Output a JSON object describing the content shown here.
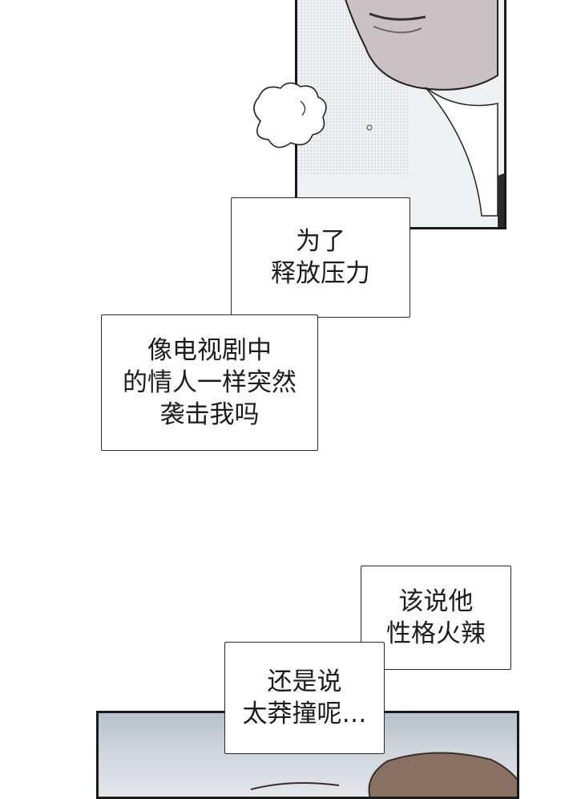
{
  "captions": [
    {
      "lines": [
        "为了",
        "释放压力"
      ]
    },
    {
      "lines": [
        "像电视剧中",
        "的情人一样突然",
        "袭击我吗"
      ]
    },
    {
      "lines": [
        "该说他",
        "性格火辣"
      ]
    },
    {
      "lines": [
        "还是说",
        "太莽撞呢…"
      ]
    }
  ],
  "colors": {
    "ink": "#1a1a1a",
    "skin": "#c9c1c3",
    "hair": "#8a6f63",
    "panel_sky": "#b6c0cb",
    "paper": "#ffffff"
  }
}
